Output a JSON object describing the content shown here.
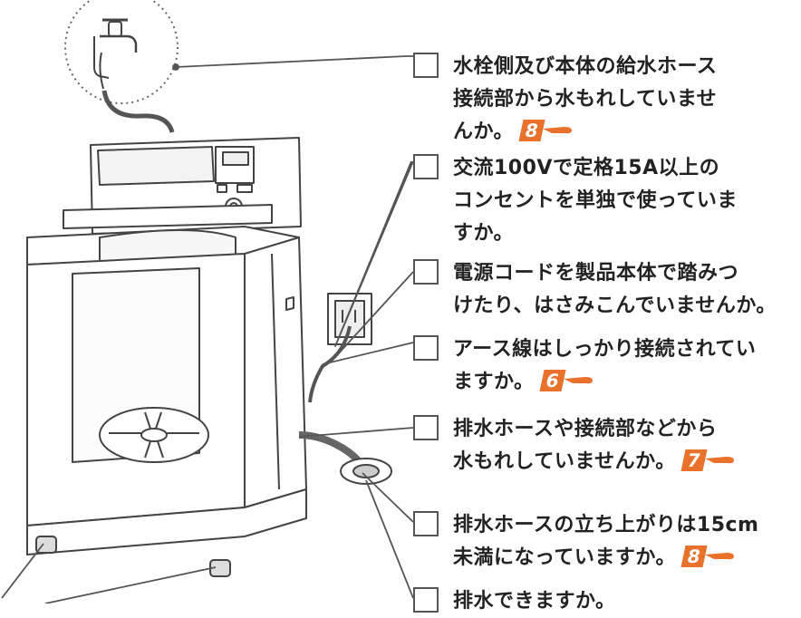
{
  "colors": {
    "accent": "#e8722c",
    "line": "#555555"
  },
  "items": [
    {
      "lines": [
        "水栓側及び本体の給水ホース",
        "接続部から水もれしていませ",
        "んか。"
      ],
      "page": "8"
    },
    {
      "lines": [
        "交流100Vで定格15A以上の",
        "コンセントを単独で使っていま",
        "すか。"
      ],
      "page": ""
    },
    {
      "lines": [
        "電源コードを製品本体で踏みつ",
        "けたり、はさみこんでいませんか。"
      ],
      "page": ""
    },
    {
      "lines": [
        "アース線はしっかり接続されてい",
        "ますか。"
      ],
      "page": "6"
    },
    {
      "lines": [
        "排水ホースや接続部などから",
        "水もれしていませんか。"
      ],
      "page": "7"
    },
    {
      "lines": [
        "排水ホースの立ち上がりは15cm",
        "未満になっていますか。"
      ],
      "page": "8"
    },
    {
      "lines": [
        "排水できますか。"
      ],
      "page": ""
    }
  ],
  "icons": [
    "faucet-icon",
    "washing-machine-icon",
    "power-outlet-icon",
    "drain-icon",
    "hand-pointer-icon"
  ]
}
